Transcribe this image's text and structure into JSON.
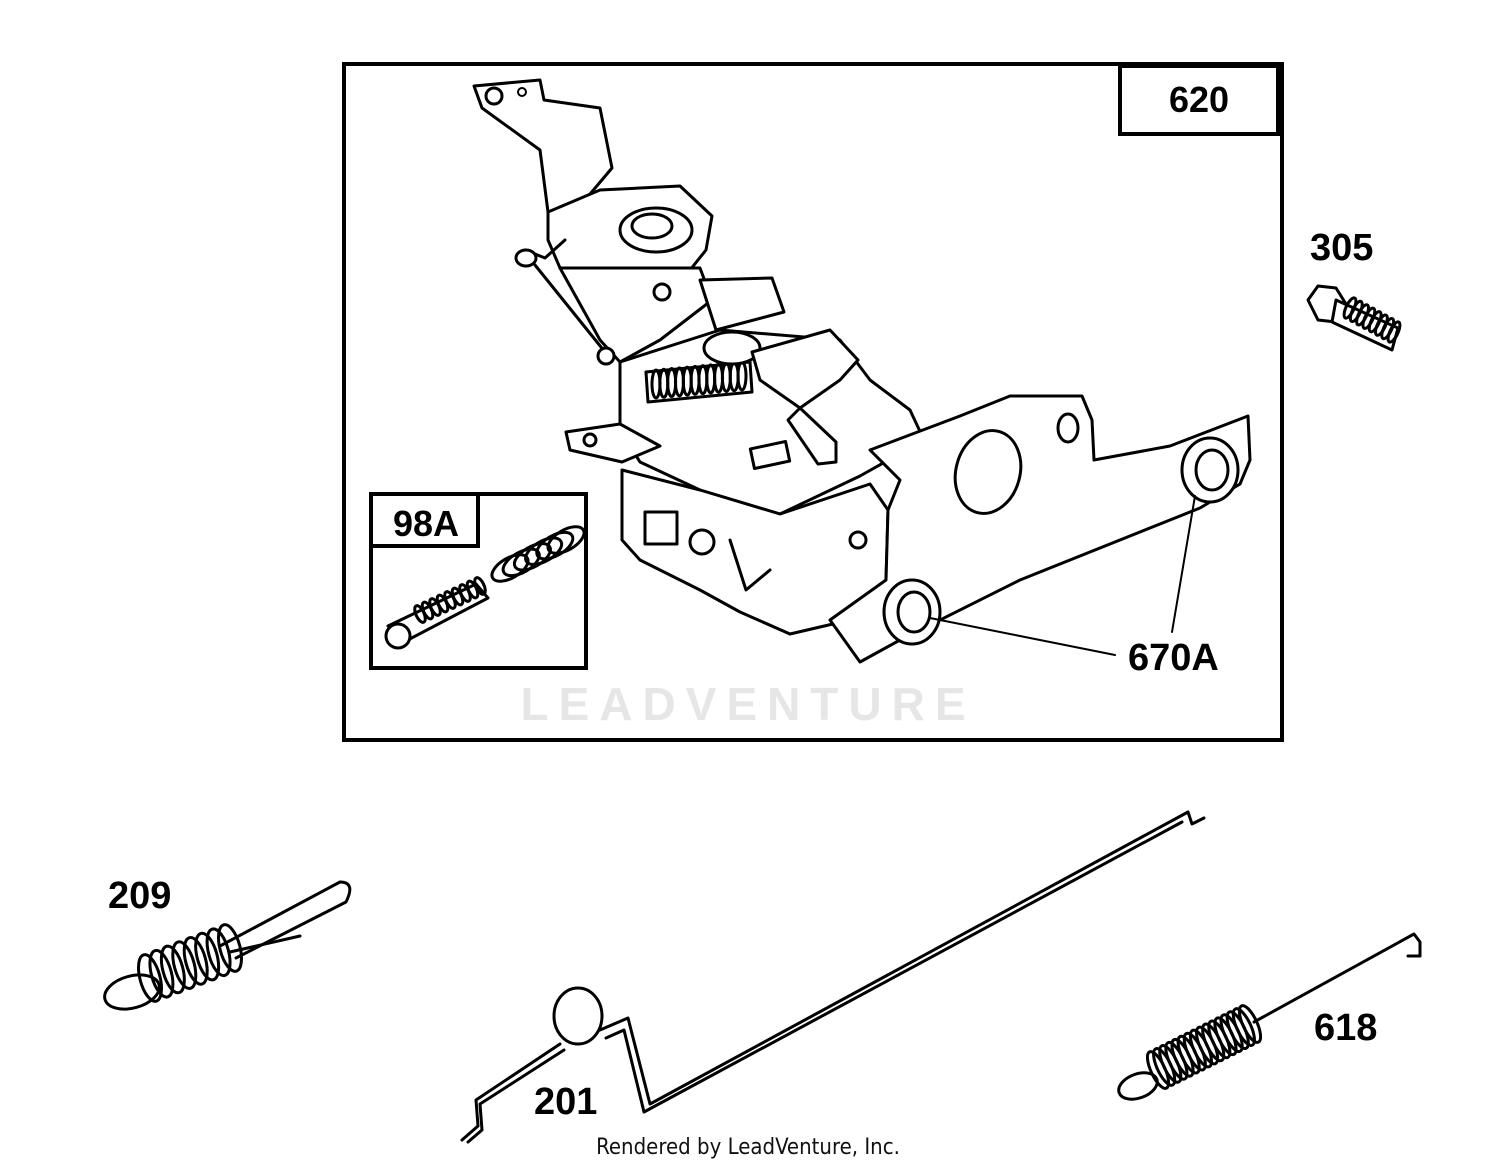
{
  "labels": {
    "assembly": "620",
    "bolt": "305",
    "kit": "98A",
    "bushing": "670A",
    "spring_governor": "209",
    "link": "201",
    "spring_extension": "618"
  },
  "watermark": "LEADVENTURE",
  "footer": "Rendered by LeadVenture, Inc."
}
